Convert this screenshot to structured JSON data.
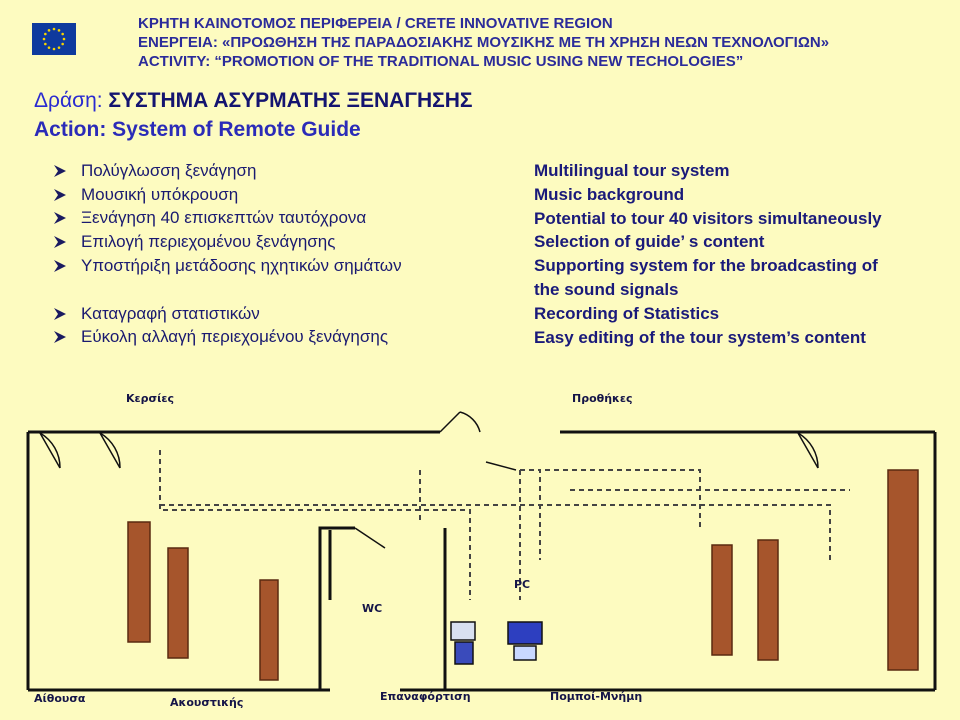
{
  "header": {
    "line1": "ΚΡΗΤΗ ΚΑΙΝΟΤΟΜΟΣ ΠΕΡΙΦΕΡΕΙΑ  / CRETE INNOVATIVE REGION",
    "line2": "ΕΝΕΡΓΕΙΑ:  «ΠΡΟΩΘΗΣΗ ΤΗΣ ΠΑΡΑΔΟΣΙΑΚΗΣ ΜΟΥΣΙΚΗΣ ΜΕ ΤΗ ΧΡΗΣΗ ΝΕΩΝ ΤΕΧΝΟΛΟΓΙΩΝ»",
    "line3": "ACTIVITY:  “PROMOTION OF THE TRADITIONAL MUSIC USING NEW TECHOLOGIES”"
  },
  "action": {
    "gr_label": "Δράση:",
    "gr_title": " ΣΥΣΤΗΜΑ ΑΣΥΡΜΑΤΗΣ ΞΕΝΑΓΗΣΗΣ",
    "en_title": "Action:  System  of Remote Guide"
  },
  "bullets_gr": [
    "Πολύγλωσση ξενάγηση",
    "Μουσική υπόκρουση",
    "Ξενάγηση 40 επισκεπτών ταυτόχρονα",
    "Επιλογή περιεχομένου ξενάγησης",
    "Υποστήριξη μετάδοσης ηχητικών σημάτων",
    "Καταγραφή στατιστικών",
    "Εύκολη αλλαγή περιεχομένου ξενάγησης"
  ],
  "bullets_en": [
    "Multilingual tour system",
    "Music background",
    "Potential to tour 40 visitors simultaneously",
    "Selection of guide’ s content",
    "Supporting system for the broadcasting of",
    "the sound signals",
    "Recording of  Statistics",
    "Easy editing of the tour system’s content"
  ],
  "floor_plan": {
    "labels": {
      "top_left": "Κερσίες",
      "top_right": "Προθήκες",
      "wc": "WC",
      "pc": "PC",
      "bottom_1": "Αίθουσα",
      "bottom_2": "Ακουστικής",
      "bottom_3": "Επαναφόρτιση",
      "bottom_4": "Πομποί-Μνήμη"
    }
  },
  "colors": {
    "background": "#fdfbc0",
    "header_text": "#2b2b9a",
    "flag_blue": "#0e3a9e",
    "flag_star": "#f6d300",
    "cabinet": "#a6552c"
  }
}
